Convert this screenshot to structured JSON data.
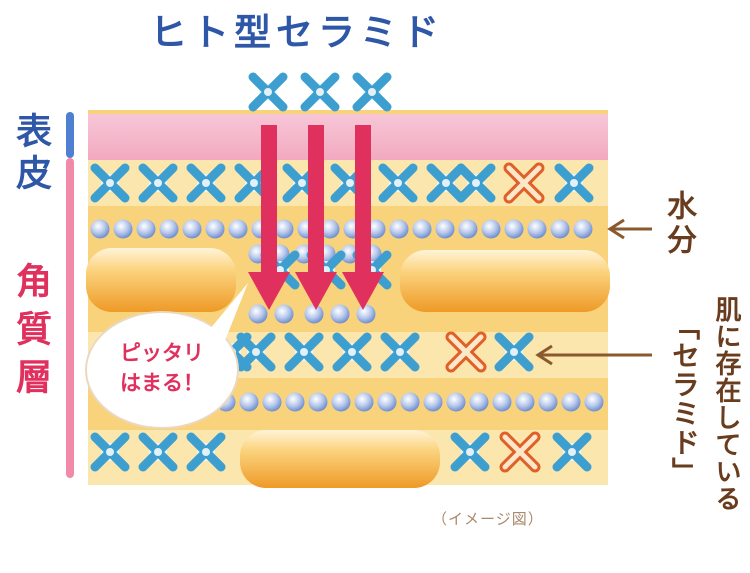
{
  "title": "ヒト型セラミド",
  "left_labels": {
    "epidermis": "表皮",
    "stratum_corneum": "角質層"
  },
  "right_labels": {
    "water": "水分",
    "ceramide_line1": "肌に存在している",
    "ceramide_line2": "「セラミド」"
  },
  "bubble": {
    "line1": "ピッタリ",
    "line2": "はまる！"
  },
  "caption": "（イメージ図）",
  "colors": {
    "title_blue": "#2f57a8",
    "pink_label": "#e0305e",
    "arrow_red": "#e0305e",
    "cross_blue": "#3d9fd0",
    "orange_cross": "#e0602a",
    "water_blue": "#8aa6d8",
    "layer_pink": "#f4b8cc",
    "layer_yellow": "#f7c95e",
    "cell_orange": "#f2a83a",
    "brown_arrow": "#8a5a2e"
  },
  "icons": [
    "blue-x-ceramide-icon",
    "orange-x-ceramide-icon",
    "water-sphere-icon",
    "down-arrow-icon",
    "speech-bubble-icon"
  ]
}
